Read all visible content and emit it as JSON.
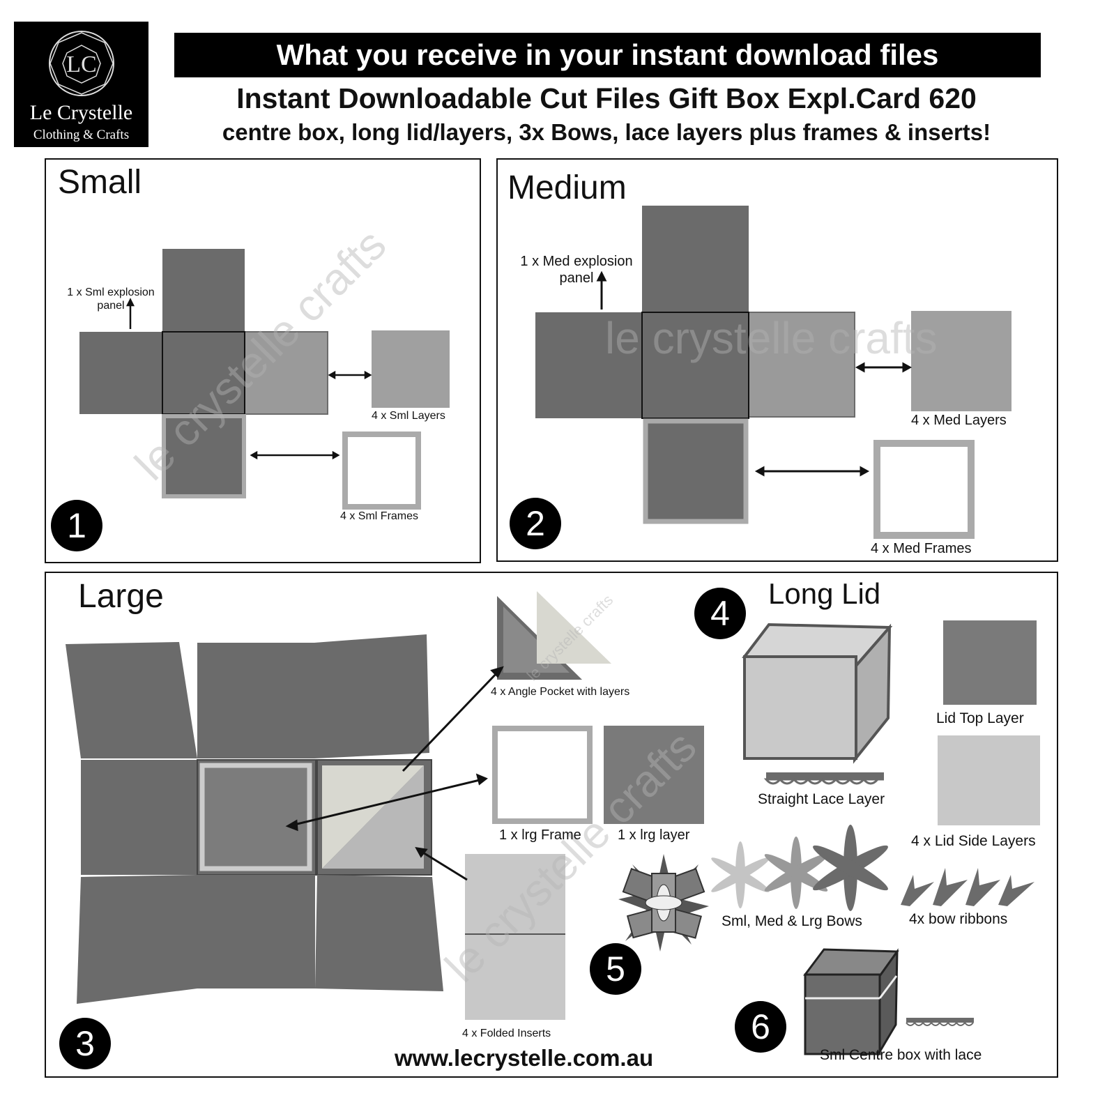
{
  "logo": {
    "brand": "Le Crystelle",
    "tagline": "Clothing & Crafts",
    "monogram": "LC"
  },
  "header": {
    "banner": "What you receive in your instant download files",
    "title": "Instant Downloadable Cut Files Gift Box Expl.Card 620",
    "subtitle": "centre box, long lid/layers, 3x Bows, lace layers plus frames & inserts!"
  },
  "watermark": "le crystelle crafts",
  "small": {
    "title": "Small",
    "number": "1",
    "panel_label": "1 x Sml explosion panel",
    "layers": "4 x Sml Layers",
    "frames": "4 x Sml Frames"
  },
  "medium": {
    "title": "Medium",
    "number": "2",
    "panel_label": "1 x Med explosion panel",
    "layers": "4 x Med Layers",
    "frames": "4 x Med Frames"
  },
  "large": {
    "title": "Large",
    "number": "3",
    "angle_pocket": "4 x Angle Pocket with layers",
    "frame": "1 x lrg Frame",
    "layer": "1 x lrg layer",
    "inserts": "4 x Folded Inserts"
  },
  "long_lid": {
    "title": "Long Lid",
    "number": "4",
    "lace": "Straight Lace Layer",
    "top_layer": "Lid Top Layer",
    "side_layers": "4 x Lid Side Layers"
  },
  "bows": {
    "number": "5",
    "bows": "Sml, Med & Lrg Bows",
    "ribbons": "4x bow ribbons"
  },
  "centre_box": {
    "number": "6",
    "label": "Sml Centre box with lace"
  },
  "footer": {
    "url": "www.lecrystelle.com.au"
  },
  "colors": {
    "dark": "#6b6b6b",
    "mid": "#999999",
    "light": "#c8c8c8",
    "black": "#000000"
  }
}
